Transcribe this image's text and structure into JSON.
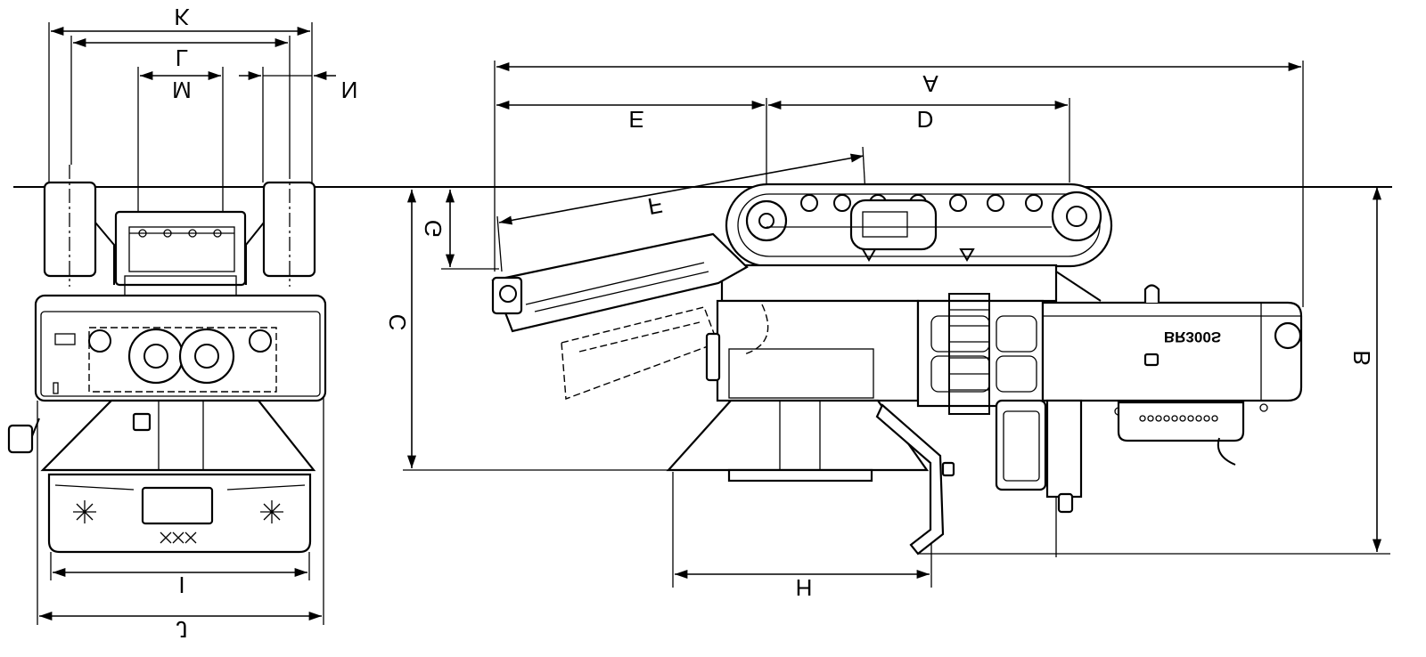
{
  "labels": {
    "A": "A",
    "B": "B",
    "C": "C",
    "D": "D",
    "E": "E",
    "F": "F",
    "G": "G",
    "H": "H",
    "I": "I",
    "J": "J",
    "K": "K",
    "L": "L",
    "M": "M",
    "N": "N"
  },
  "machine_model": "BR300S"
}
